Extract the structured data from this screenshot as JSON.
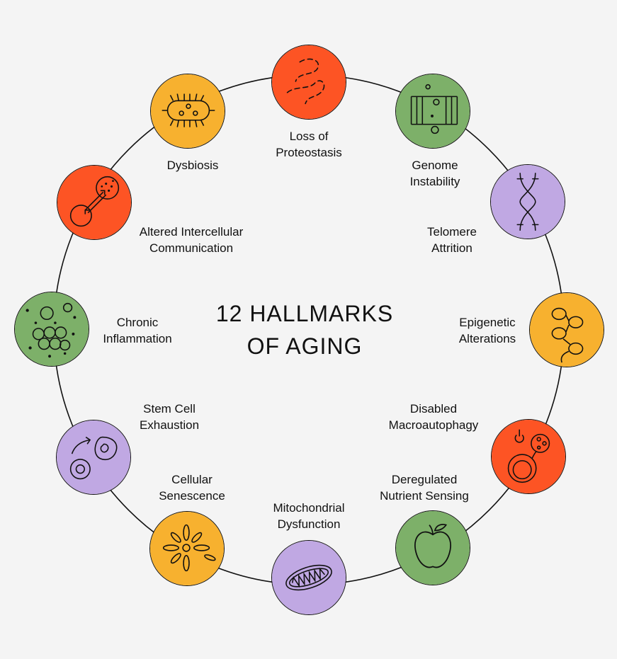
{
  "title": "12 HALLMARKS\nOF AGING",
  "colors": {
    "background": "#f4f4f4",
    "red": "#fd5424",
    "green": "#7db069",
    "purple": "#c0a8e3",
    "yellow": "#f7b12f",
    "stroke": "#111111"
  },
  "hallmarks": [
    {
      "label": "Loss of\nProteostasis",
      "icon": "misfolded-protein-icon",
      "color": "red"
    },
    {
      "label": "Genome\nInstability",
      "icon": "dna-ladder-icon",
      "color": "green"
    },
    {
      "label": "Telomere\nAttrition",
      "icon": "chromosome-icon",
      "color": "purple"
    },
    {
      "label": "Epigenetic\nAlterations",
      "icon": "nucleosome-chain-icon",
      "color": "yellow"
    },
    {
      "label": "Disabled\nMacroautophagy",
      "icon": "autophagosome-icon",
      "color": "red"
    },
    {
      "label": "Deregulated\nNutrient Sensing",
      "icon": "apple-icon",
      "color": "green"
    },
    {
      "label": "Mitochondrial\nDysfunction",
      "icon": "mitochondrion-icon",
      "color": "purple"
    },
    {
      "label": "Cellular\nSenescence",
      "icon": "senescent-cell-icon",
      "color": "yellow"
    },
    {
      "label": "Stem Cell\nExhaustion",
      "icon": "stem-cell-icon",
      "color": "purple"
    },
    {
      "label": "Chronic\nInflammation",
      "icon": "cell-cluster-icon",
      "color": "green"
    },
    {
      "label": "Altered Intercellular\nCommunication",
      "icon": "cell-signaling-icon",
      "color": "red"
    },
    {
      "label": "Dysbiosis",
      "icon": "bacterium-icon",
      "color": "yellow"
    }
  ]
}
